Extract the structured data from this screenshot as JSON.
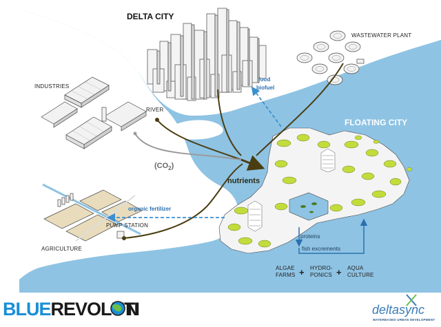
{
  "labels": {
    "delta_city": "DELTA CITY",
    "wastewater_plant": "WASTEWATER PLANT",
    "industries": "INDUSTRIES",
    "river": "RIVER",
    "food": "food",
    "biofuel": "biofuel",
    "floating_city": "FLOATING CITY",
    "co2_open": "(CO",
    "co2_sub": "2",
    "co2_close": ")",
    "nutrients": "nutrients",
    "organic_fertilizer": "organic fertilizer",
    "pump_station": "PUMP STATION",
    "agriculture": "AGRICULTURE",
    "proteins": "proteins",
    "fish_excrements": "fish excrements",
    "algae_line1": "ALGAE",
    "algae_line2": "FARMS",
    "hydro_line1": "HYDRO-",
    "hydro_line2": "PONICS",
    "aqua_line1": "AQUA",
    "aqua_line2": "CULTURE",
    "plus": "+"
  },
  "branding": {
    "blue_part": "BLUE",
    "revolution_part": "REVOLUTI",
    "revolution_end": "N",
    "deltasync": "deltasync",
    "deltasync_sub": "WATERBASED URBAN DEVELOPMENT"
  },
  "colors": {
    "water": "#8ec3e3",
    "land": "#ffffff",
    "algae_green": "#c2dc3c",
    "flow_brown": "#4a3d12",
    "co2_gray": "#9a9a9a",
    "blue_arrow": "#3a8fcf",
    "brand_blue": "#1a8fd6"
  }
}
